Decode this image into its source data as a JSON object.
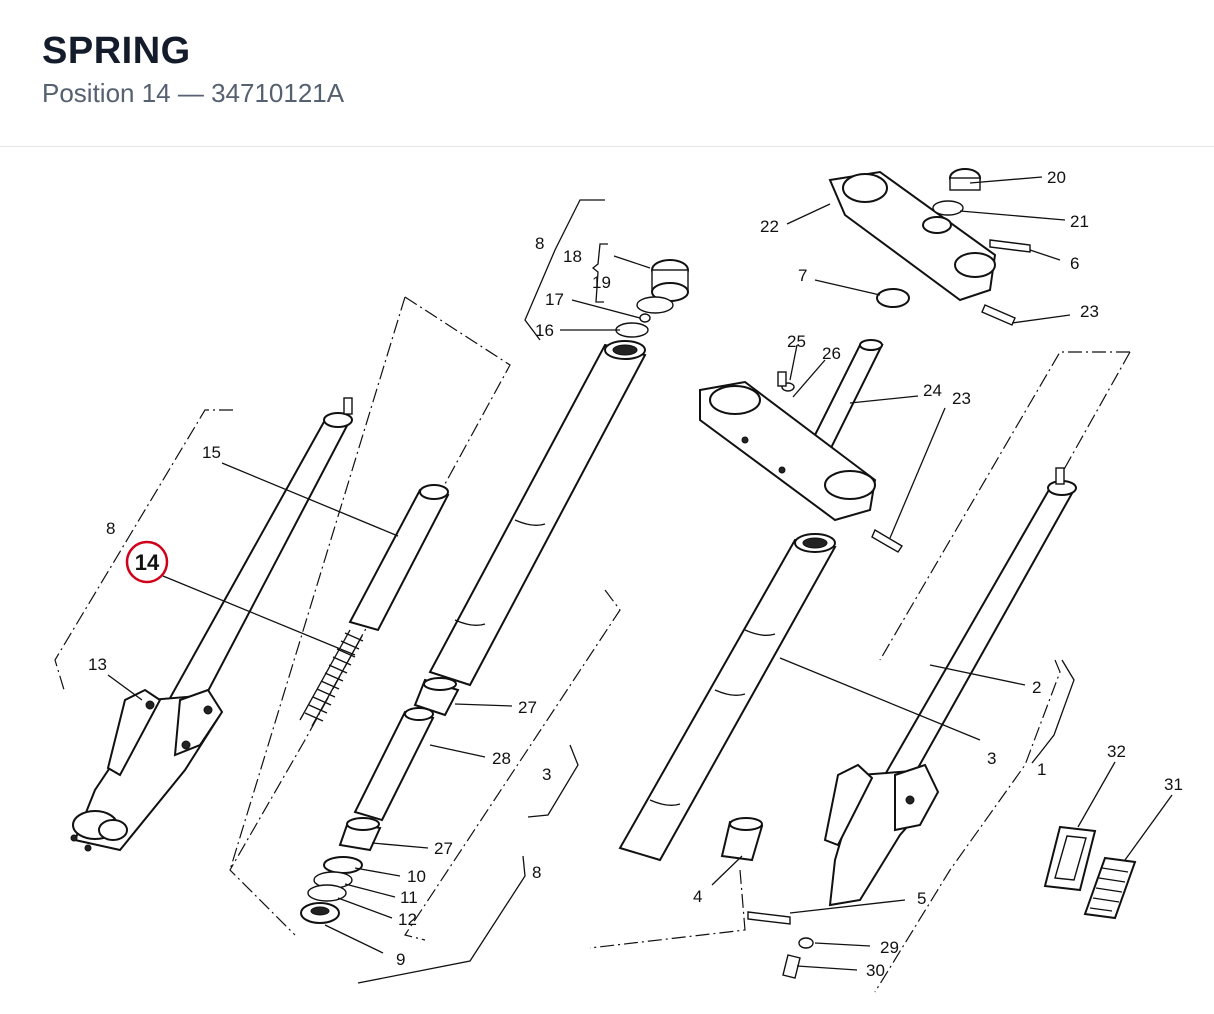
{
  "header": {
    "title": "SPRING",
    "subtitle": "Position 14 — 34710121A"
  },
  "highlight": {
    "label": "14",
    "color": "#d0021b"
  },
  "callouts": {
    "c1": "1",
    "c2": "2",
    "c3a": "3",
    "c3b": "3",
    "c4": "4",
    "c5": "5",
    "c6": "6",
    "c7": "7",
    "c8a": "8",
    "c8b": "8",
    "c8c": "8",
    "c9": "9",
    "c10": "10",
    "c11": "11",
    "c12": "12",
    "c13": "13",
    "c15": "15",
    "c16": "16",
    "c17": "17",
    "c18": "18",
    "c19": "19",
    "c20": "20",
    "c21": "21",
    "c22": "22",
    "c23a": "23",
    "c23b": "23",
    "c24": "24",
    "c25": "25",
    "c26": "26",
    "c27a": "27",
    "c27b": "27",
    "c28": "28",
    "c29": "29",
    "c30": "30",
    "c31": "31",
    "c32": "32"
  }
}
